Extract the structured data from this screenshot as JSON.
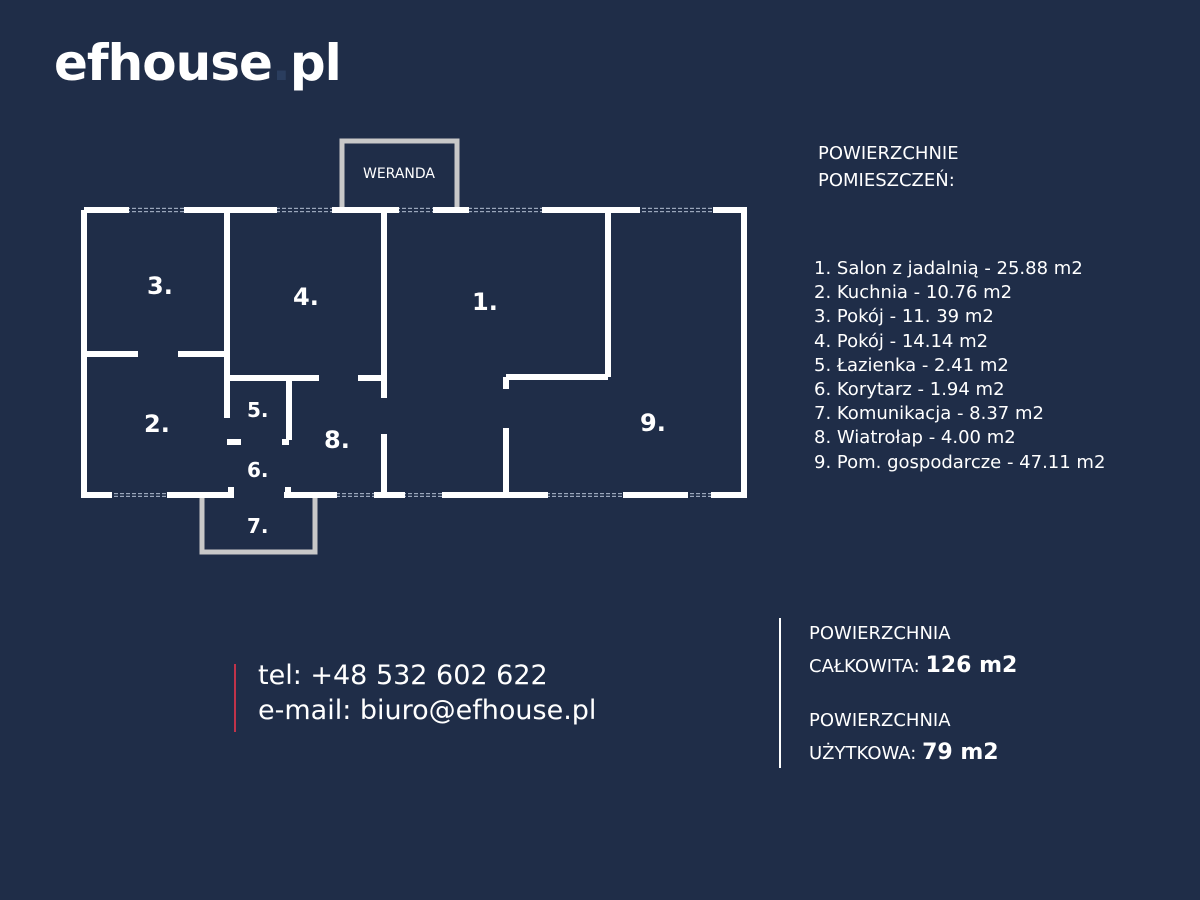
{
  "brand": {
    "logo_main": "efhouse",
    "logo_dot": ".",
    "logo_tld": "pl"
  },
  "floor_plan": {
    "annex_label": "WERANDA",
    "rooms": [
      {
        "number": "1."
      },
      {
        "number": "2."
      },
      {
        "number": "3."
      },
      {
        "number": "4."
      },
      {
        "number": "5."
      },
      {
        "number": "6."
      },
      {
        "number": "7."
      },
      {
        "number": "8."
      },
      {
        "number": "9."
      }
    ]
  },
  "areas": {
    "heading_line1": "POWIERZCHNIE",
    "heading_line2": "POMIESZCZEŃ:",
    "items": [
      {
        "label": "1. Salon z jadalnią - 25.88 m2"
      },
      {
        "label": "2. Kuchnia - 10.76 m2"
      },
      {
        "label": "3. Pokój - 11. 39 m2"
      },
      {
        "label": "4. Pokój - 14.14 m2"
      },
      {
        "label": "5. Łazienka - 2.41 m2"
      },
      {
        "label": "6. Korytarz - 1.94 m2"
      },
      {
        "label": "7. Komunikacja - 8.37 m2"
      },
      {
        "label": "8. Wiatrołap - 4.00 m2"
      },
      {
        "label": "9. Pom. gospodarcze - 47.11 m2"
      }
    ]
  },
  "contact": {
    "phone": "tel: +48 532 602 622",
    "email": "e-mail: biuro@efhouse.pl",
    "accent_color": "#c0334a"
  },
  "totals": {
    "total_line1": "POWIERZCHNIA",
    "total_label": "CAŁKOWITA: ",
    "total_value": "126 m2",
    "usable_line1": "POWIERZCHNIA",
    "usable_label": "UŻYTKOWA: ",
    "usable_value": "79 m2"
  },
  "colors": {
    "background": "#1f2d48",
    "walls": "#ffffff",
    "annex_walls": "#c8c8c8"
  }
}
